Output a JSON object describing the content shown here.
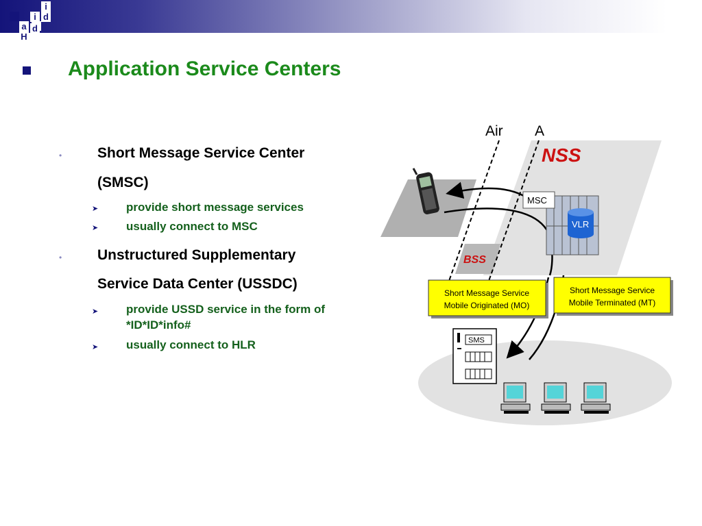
{
  "logo": {
    "letters": [
      "i",
      "d",
      "a",
      "i",
      "d",
      "H"
    ]
  },
  "slide": {
    "title": "Application Service Centers",
    "bullets": [
      {
        "line1": "Short Message Service Center",
        "line2": "(SMSC)",
        "subs": [
          "provide short message services",
          "usually connect to MSC"
        ]
      },
      {
        "line1": "Unstructured Supplementary",
        "line2": "Service Data Center (USSDC)",
        "subs": [
          "provide USSD service in the form of",
          "*ID*ID*info#",
          "usually connect to HLR"
        ]
      }
    ]
  },
  "diagram": {
    "air_label": "Air",
    "a_label": "A",
    "nss_label": "NSS",
    "bss_label": "BSS",
    "msc_label": "MSC",
    "vlr_label": "VLR",
    "sms_label": "SMS",
    "mo_box": {
      "line1": "Short Message Service",
      "line2": "Mobile Originated (MO)"
    },
    "mt_box": {
      "line1": "Short Message Service",
      "line2": "Mobile Terminated (MT)"
    },
    "colors": {
      "nss_red": "#cc1111",
      "box_yellow": "#ffff00",
      "vlr_blue": "#1e64d2"
    }
  }
}
